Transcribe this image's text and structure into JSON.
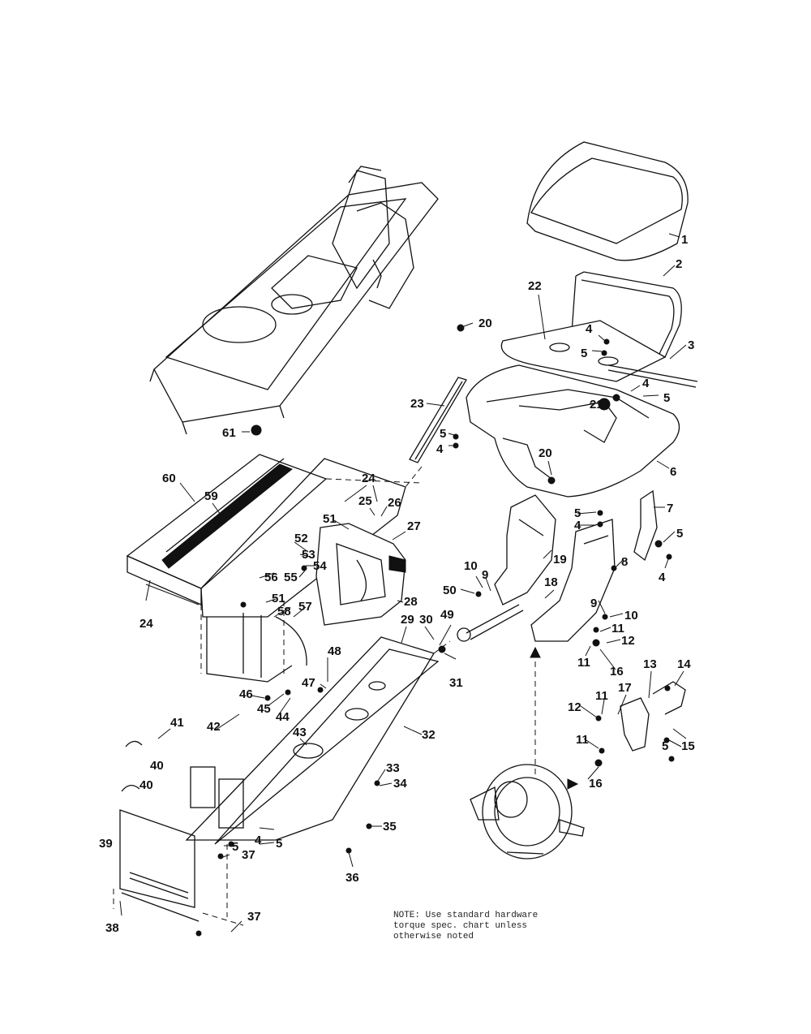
{
  "note": {
    "lines": [
      "NOTE: Use standard hardware",
      "torque spec. chart unless",
      "otherwise noted"
    ]
  },
  "callouts": [
    "1",
    "2",
    "3",
    "4",
    "5",
    "6",
    "7",
    "8",
    "9",
    "10",
    "11",
    "12",
    "13",
    "14",
    "15",
    "16",
    "17",
    "18",
    "19",
    "20",
    "21",
    "22",
    "23",
    "24",
    "25",
    "26",
    "27",
    "28",
    "29",
    "30",
    "31",
    "32",
    "33",
    "34",
    "35",
    "36",
    "37",
    "38",
    "39",
    "40",
    "41",
    "42",
    "43",
    "44",
    "45",
    "46",
    "47",
    "48",
    "49",
    "50",
    "51",
    "52",
    "53",
    "54",
    "55",
    "56",
    "57",
    "58",
    "59",
    "60",
    "61"
  ]
}
